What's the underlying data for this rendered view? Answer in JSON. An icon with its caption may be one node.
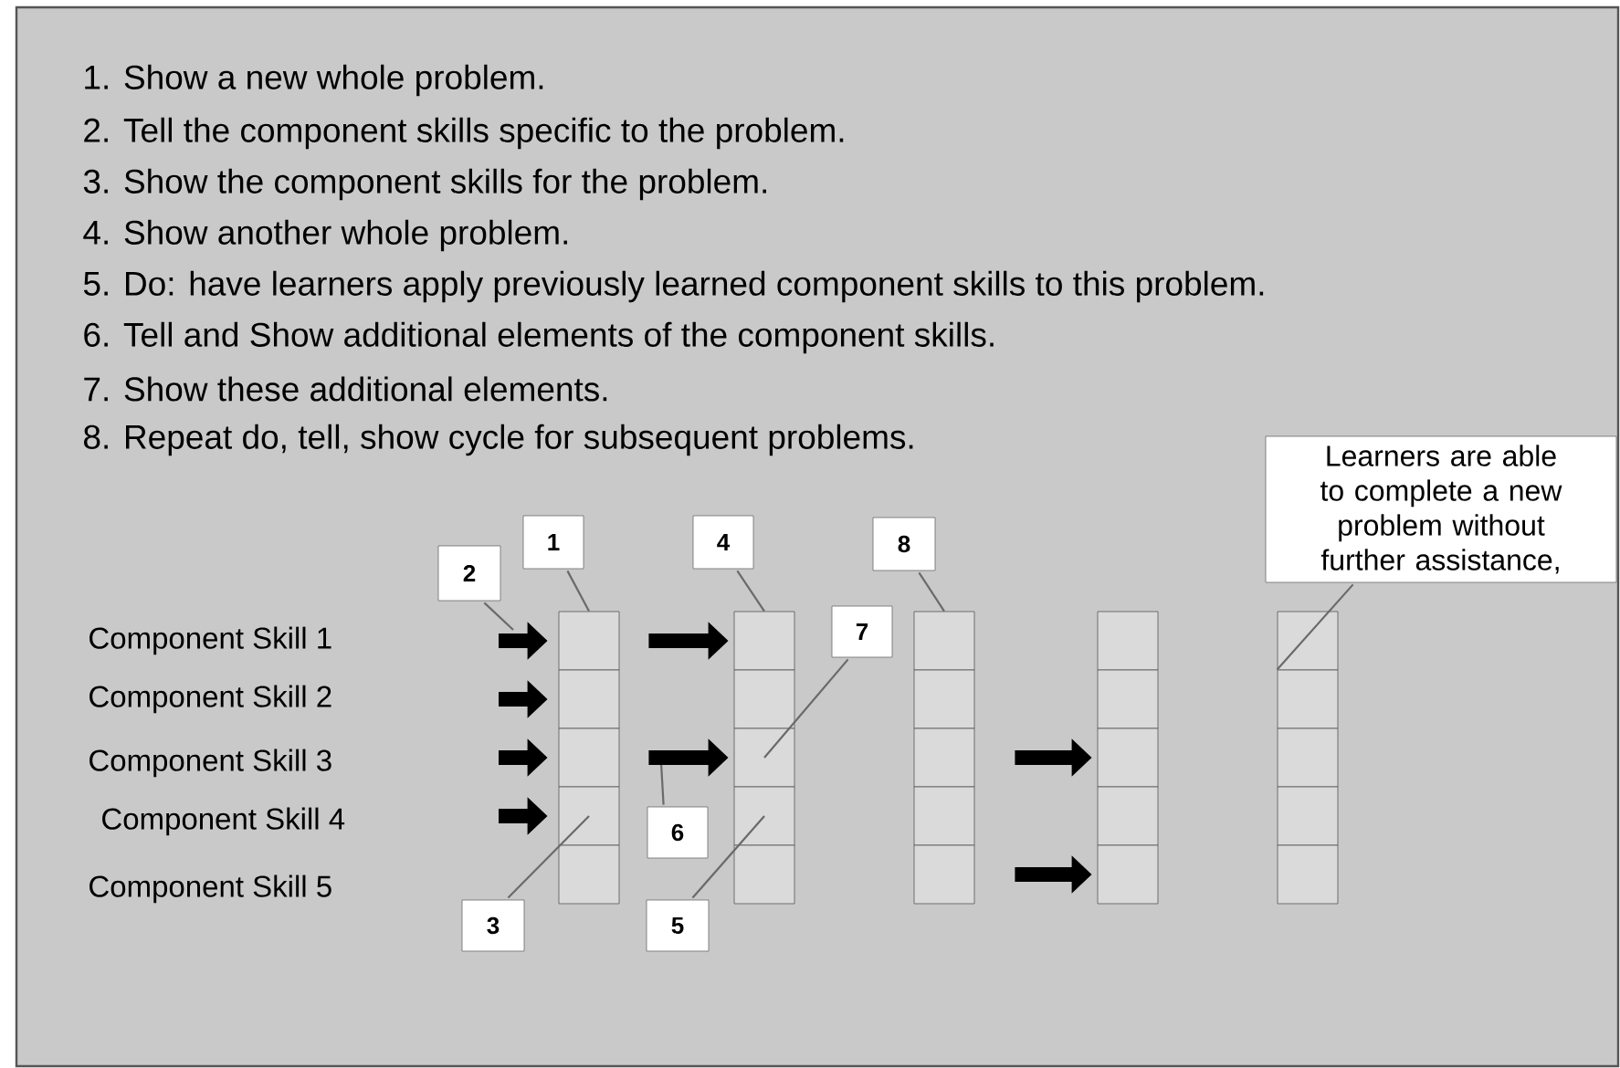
{
  "diagram": {
    "nodes": [
      {
        "text": [
          "Learners are able to complete a new problem without further assistance,"
        ]
      },
      {
        "text": [
          "1"
        ]
      },
      {
        "text": [
          "4"
        ]
      },
      {
        "text": [
          "8"
        ]
      },
      {
        "text": [
          "2"
        ]
      },
      {
        "text": [
          "7"
        ]
      },
      {
        "text": [
          "6"
        ]
      },
      {
        "text": [
          "3"
        ]
      },
      {
        "text": [
          "5"
        ]
      },
      {
        "text": [],
        "shape": "box"
      },
      {
        "text": [],
        "shape": "box"
      },
      {
        "text": [],
        "shape": "box"
      },
      {
        "text": [],
        "shape": "box"
      },
      {
        "text": [],
        "shape": "box"
      },
      {
        "text": [],
        "shape": "box"
      },
      {
        "text": [],
        "shape": "box"
      },
      {
        "text": [],
        "shape": "box"
      },
      {
        "text": [],
        "shape": "box"
      },
      {
        "text": [],
        "shape": "box"
      },
      {
        "text": [],
        "shape": "box"
      },
      {
        "text": [],
        "shape": "box"
      },
      {
        "text": [],
        "shape": "box"
      },
      {
        "text": [],
        "shape": "box"
      },
      {
        "text": [],
        "shape": "box"
      },
      {
        "text": [],
        "shape": "box"
      },
      {
        "text": [],
        "shape": "box"
      },
      {
        "text": [],
        "shape": "box"
      },
      {
        "text": [],
        "shape": "box"
      },
      {
        "text": [],
        "shape": "box"
      },
      {
        "text": [],
        "shape": "box"
      },
      {
        "text": [],
        "shape": "box"
      },
      {
        "text": [],
        "shape": "box"
      },
      {
        "text": [],
        "shape": "box"
      },
      {
        "text": [],
        "shape": "box"
      }
    ],
    "edges": [
      {
        "from": 0,
        "to": 30,
        "arrow": "none"
      },
      {
        "from": 1,
        "to": 9,
        "arrow": "none"
      },
      {
        "from": 2,
        "to": 14,
        "arrow": "none"
      },
      {
        "from": 3,
        "to": 19,
        "arrow": "none"
      },
      {
        "from": 4,
        "to": null,
        "arrow": "none"
      },
      {
        "from": 5,
        "to": 16,
        "arrow": "none"
      },
      {
        "from": 6,
        "to": null,
        "arrow": "none"
      },
      {
        "from": 7,
        "to": 12,
        "arrow": "none"
      },
      {
        "from": 8,
        "to": 17,
        "arrow": "none"
      },
      {
        "from": null,
        "to": 9,
        "arrow": "to",
        "style": "thick",
        "color": "#000000"
      },
      {
        "from": null,
        "to": 10,
        "arrow": "to",
        "style": "thick",
        "color": "#000000"
      },
      {
        "from": null,
        "to": 11,
        "arrow": "to",
        "style": "thick",
        "color": "#000000"
      },
      {
        "from": null,
        "to": 12,
        "arrow": "to",
        "style": "thick",
        "color": "#000000"
      },
      {
        "from": 9,
        "to": 14,
        "arrow": "to",
        "style": "thick",
        "color": "#000000"
      },
      {
        "from": 11,
        "to": 16,
        "arrow": "to",
        "style": "thick",
        "color": "#000000"
      },
      {
        "from": 21,
        "to": 26,
        "arrow": "to",
        "style": "thick",
        "color": "#000000"
      },
      {
        "from": 23,
        "to": 28,
        "arrow": "to",
        "style": "thick",
        "color": "#000000"
      }
    ],
    "labels": [
      "1. Show a new whole problem.",
      "2. Tell the component skills specific to the problem.",
      "3. Show the component skills for the problem.",
      "4. Show another whole problem.",
      "5. Do:  have learners apply previously learned component skills to this problem.",
      "6. Tell and Show additional elements of the component skills.",
      "7. Show these additional elements.",
      "8. Repeat do, tell, show cycle for subsequent problems.",
      "Component Skill 1",
      "Component Skill 2",
      "Component Skill 3",
      "Component Skill 4",
      "Component Skill 5"
    ]
  }
}
